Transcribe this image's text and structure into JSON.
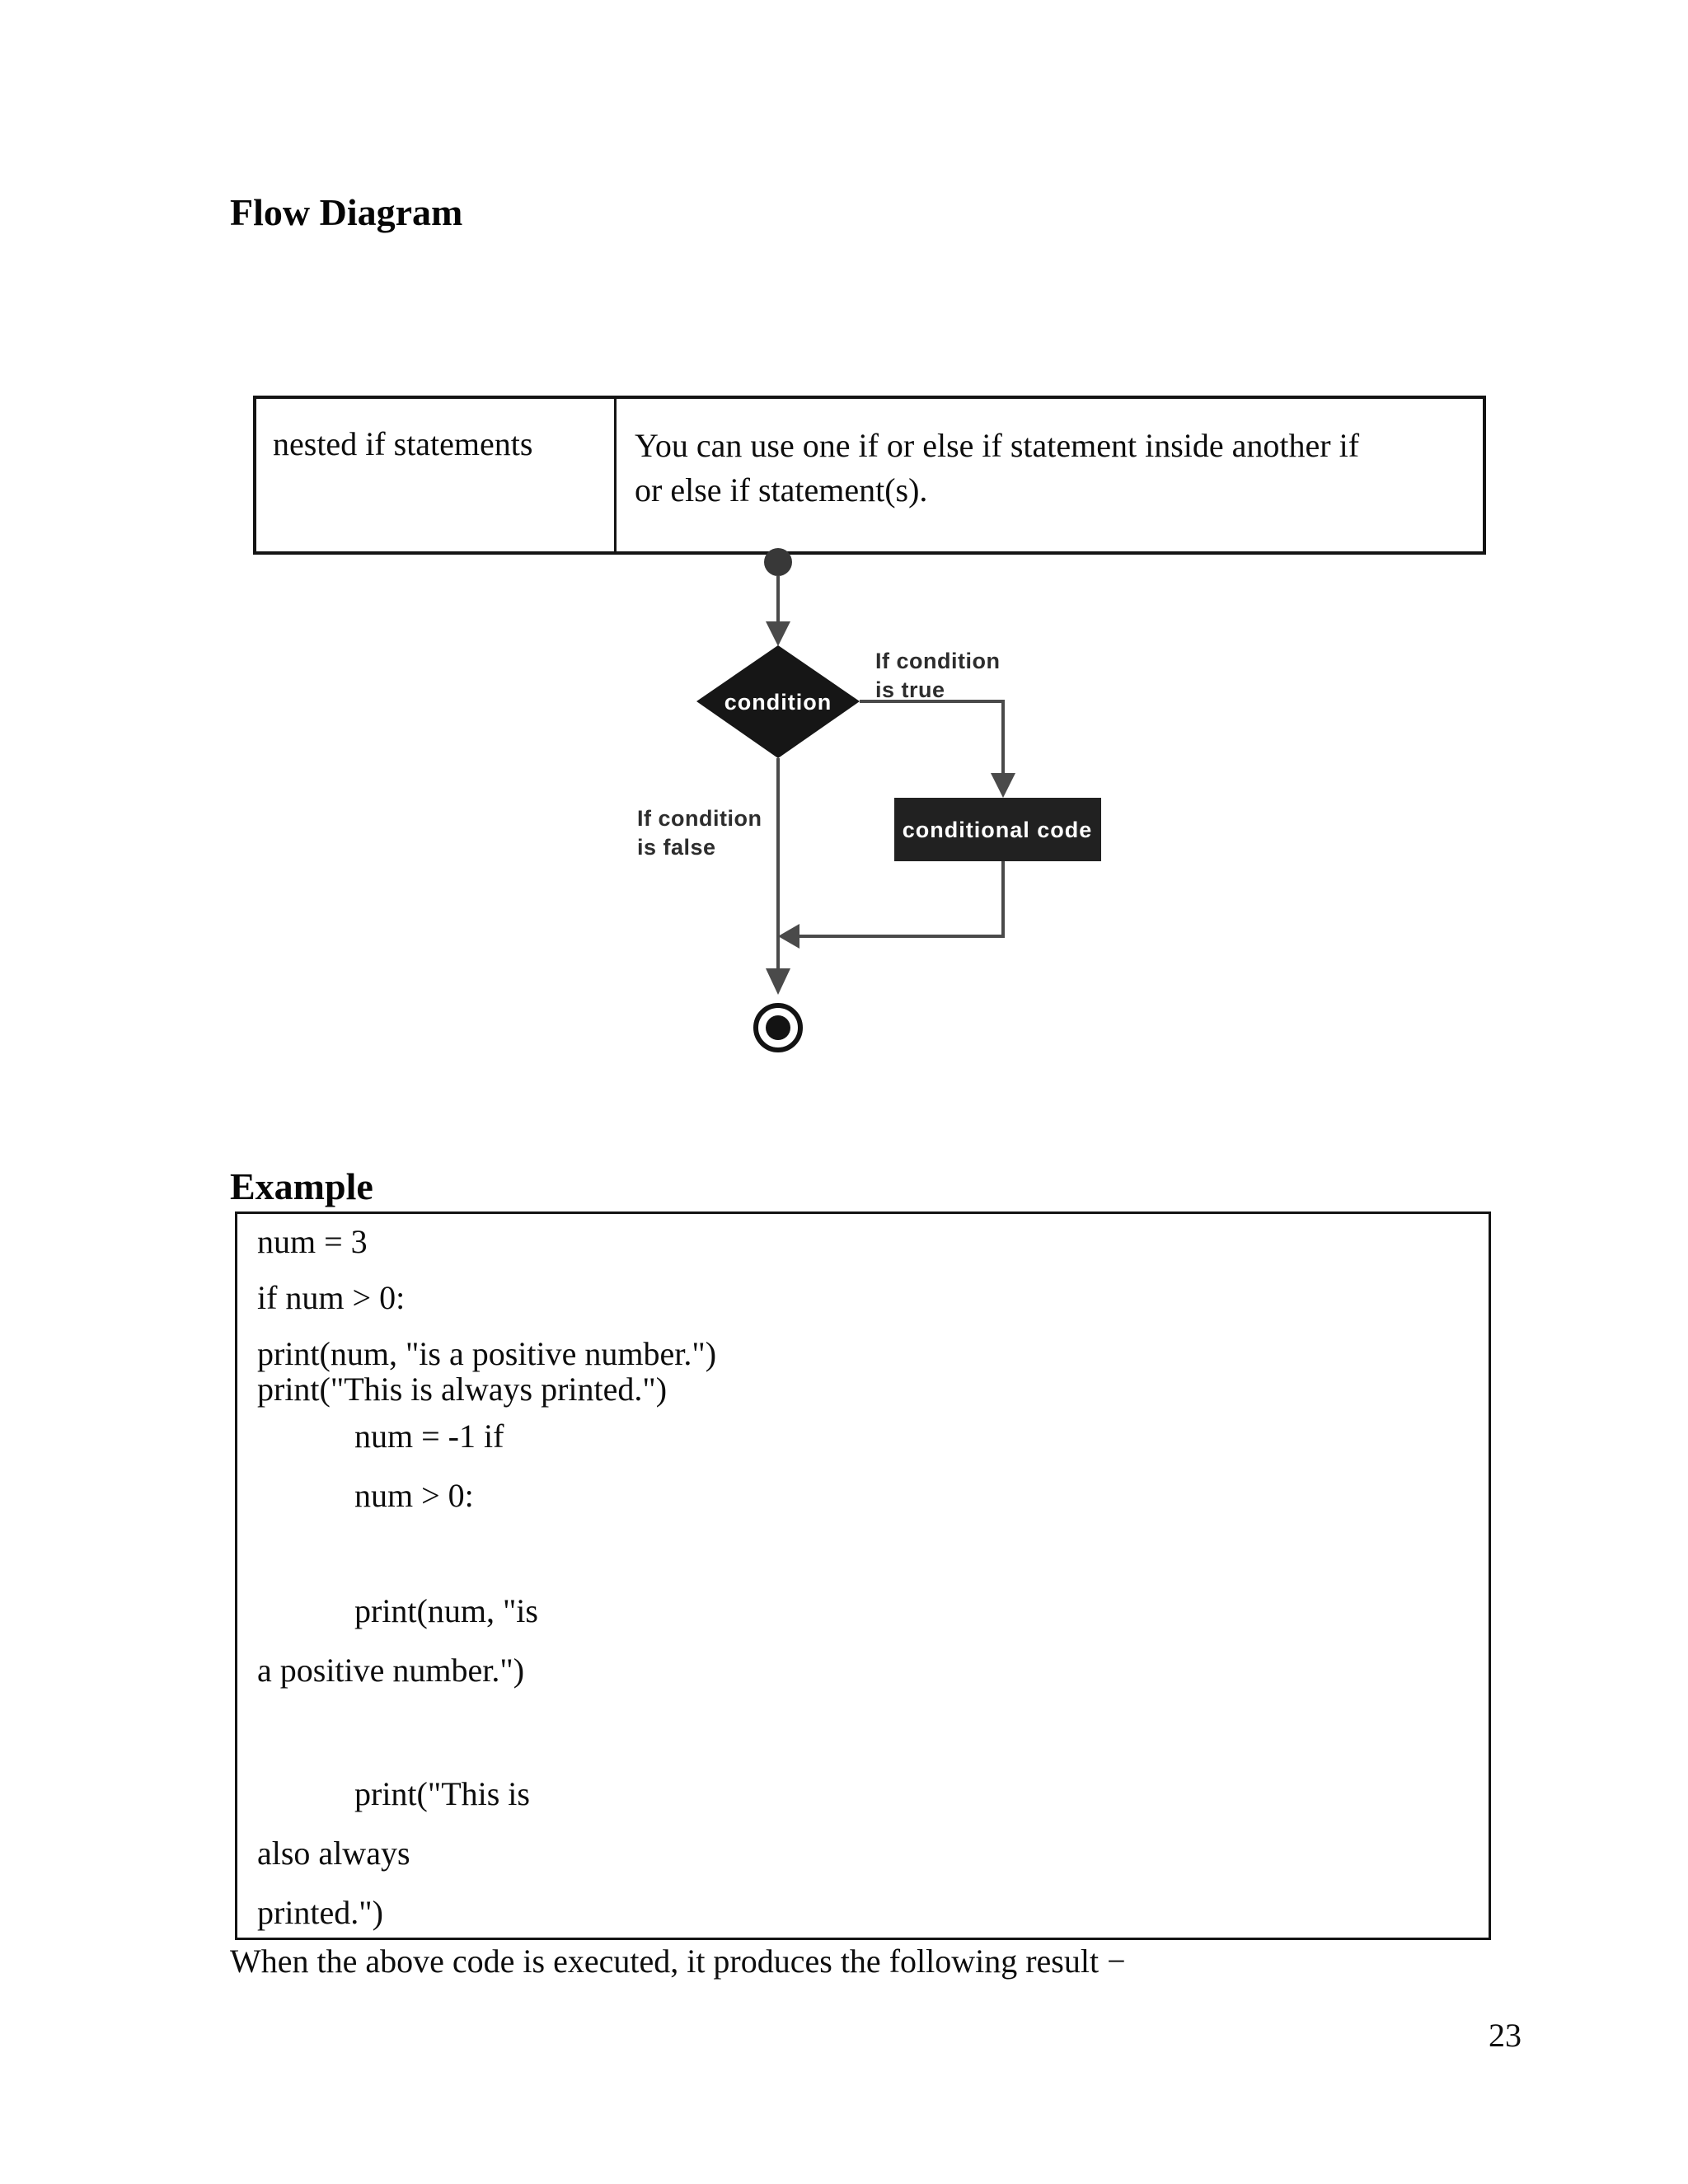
{
  "headings": {
    "flow_diagram": "Flow Diagram",
    "example": "Example"
  },
  "table": {
    "term": "nested if statements",
    "definition_line1": "You can use one if or else if statement inside another if",
    "definition_line2": "or else if statement(s)."
  },
  "flowchart": {
    "condition": "condition",
    "true_line1": "If condition",
    "true_line2": "is true",
    "false_line1": "If condition",
    "false_line2": "is false",
    "action": "conditional code"
  },
  "code": {
    "line1": "num = 3",
    "line2": "if num > 0:",
    "line3": "print(num, \"is a positive number.\")",
    "line4": "print(\"This is always printed.\")",
    "line5": "num = -1 if",
    "line6": "num > 0:",
    "line7": "print(num, \"is",
    "line8": "a positive number.\")",
    "line9": "print(\"This is",
    "line10": "also always",
    "line11": "printed.\")"
  },
  "footer": {
    "result_text": "When the above code is executed, it produces the following result −",
    "page_number": "23"
  }
}
